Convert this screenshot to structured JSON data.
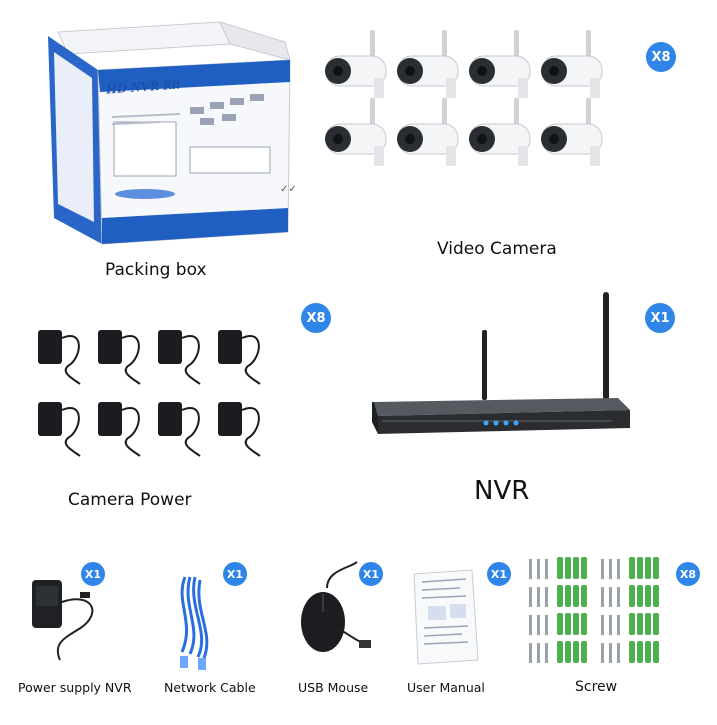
{
  "items": {
    "packing_box": {
      "label": "Packing box",
      "box_text": "HD NVR Kit"
    },
    "video_camera": {
      "label": "Video Camera",
      "qty": "X8"
    },
    "camera_power": {
      "label": "Camera Power",
      "qty": "X8"
    },
    "nvr": {
      "label": "NVR",
      "qty": "X1"
    },
    "power_supply_nvr": {
      "label": "Power supply NVR",
      "qty": "X1"
    },
    "network_cable": {
      "label": "Network Cable",
      "qty": "X1"
    },
    "usb_mouse": {
      "label": "USB Mouse",
      "qty": "X1"
    },
    "user_manual": {
      "label": "User Manual",
      "qty": "X1"
    },
    "screw": {
      "label": "Screw",
      "qty": "X8"
    }
  },
  "colors": {
    "badge": "#2f86e8",
    "box_blue": "#1f5fc2",
    "cable_blue": "#2a6fe0",
    "anchor_green": "#4caf50"
  }
}
